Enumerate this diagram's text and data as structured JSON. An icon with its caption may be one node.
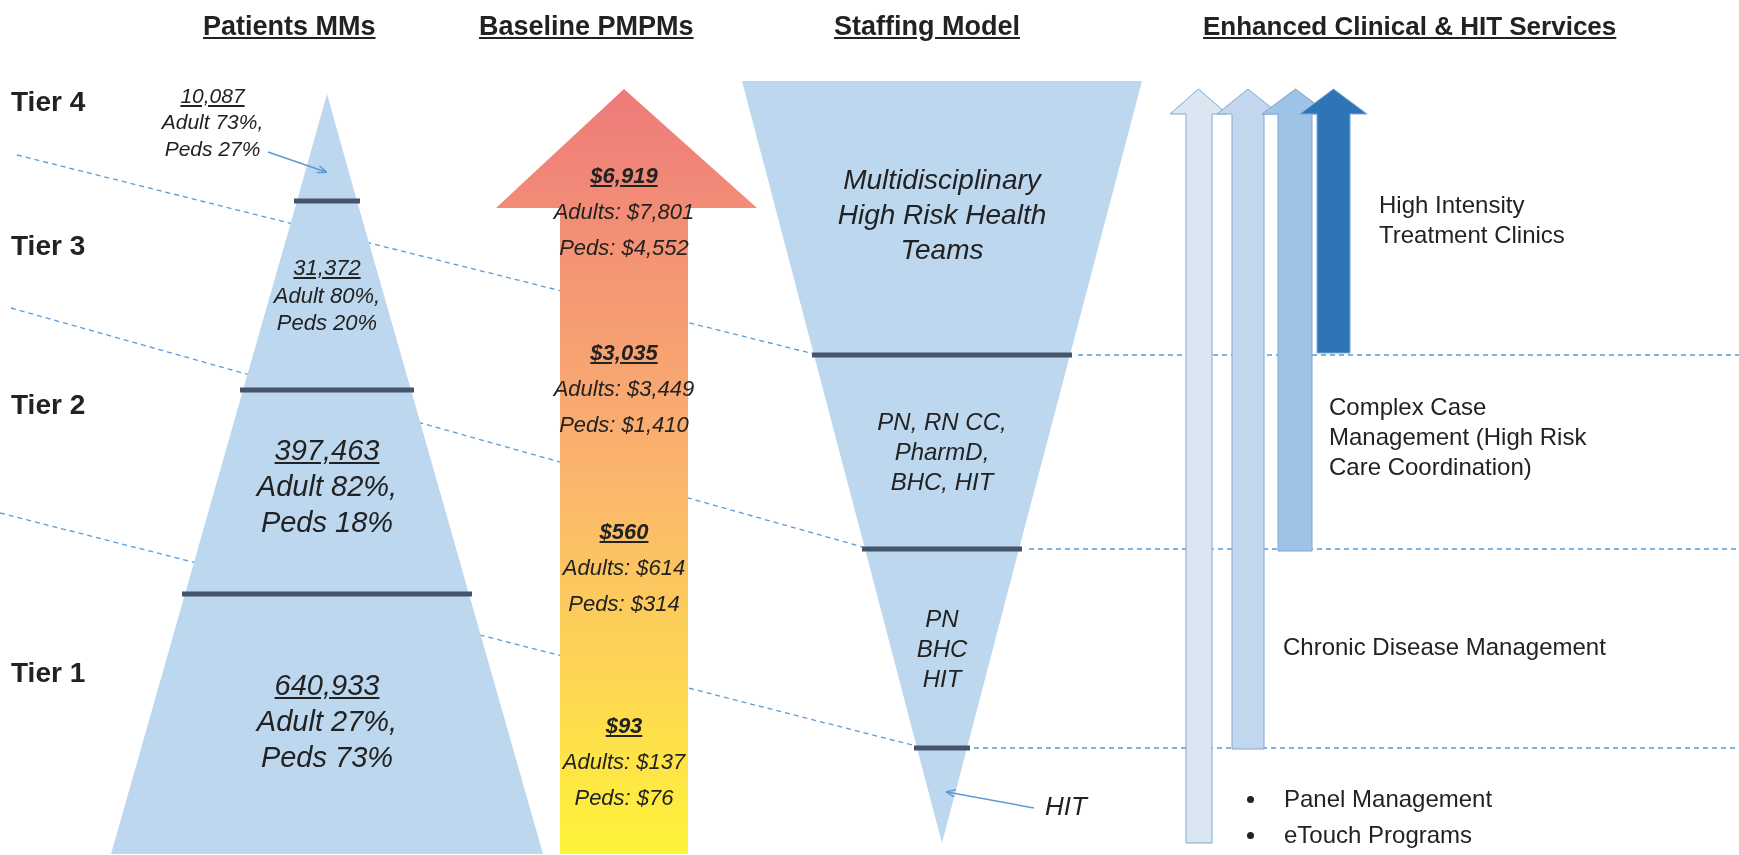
{
  "diagram": {
    "nodes": [
      {
        "text": [],
        "shape": "triangle"
      },
      {
        "text": [
          "10,087",
          "Adult 73%, Peds 27%"
        ]
      },
      {
        "text": [
          "31,372",
          "Adult 80%, Peds 20%"
        ]
      },
      {
        "text": [
          "397,463",
          "Adult 82%, Peds 18%"
        ]
      },
      {
        "text": [
          "640,933",
          "Adult 27%, Peds 73%"
        ]
      },
      {
        "text": [
          "Multidisciplinary High Risk Health Teams"
        ]
      },
      {
        "text": [
          "PN, RN CC, PharmD, BHC, HIT"
        ]
      },
      {
        "text": [
          "PN BHC HIT"
        ]
      },
      {
        "text": [],
        "shape": "triangle"
      },
      {
        "text": [
          "HIT"
        ]
      }
    ],
    "edges": [
      {
        "from": 1,
        "to": 0,
        "arrow": "to"
      },
      {
        "from": 9,
        "to": 8,
        "arrow": "to"
      }
    ],
    "labels": [
      "Patients MMs",
      "Baseline PMPMs",
      "Staffing Model",
      "Enhanced Clinical & HIT Services",
      "Tier 4",
      "Tier 3",
      "Tier 2",
      "Tier 1",
      "$6,919",
      "Adults: $7,801",
      "Peds: $4,552",
      "$3,035",
      "Adults: $3,449",
      "Peds: $1,410",
      "$560",
      "Adults: $614",
      "Peds: $314",
      "$93",
      "Adults: $137",
      "Peds: $76",
      "High Intensity Treatment Clinics",
      "Complex Case Management (High Risk Care Coordination)",
      "Chronic Disease Management",
      "Panel Management",
      "eTouch Programs"
    ]
  }
}
